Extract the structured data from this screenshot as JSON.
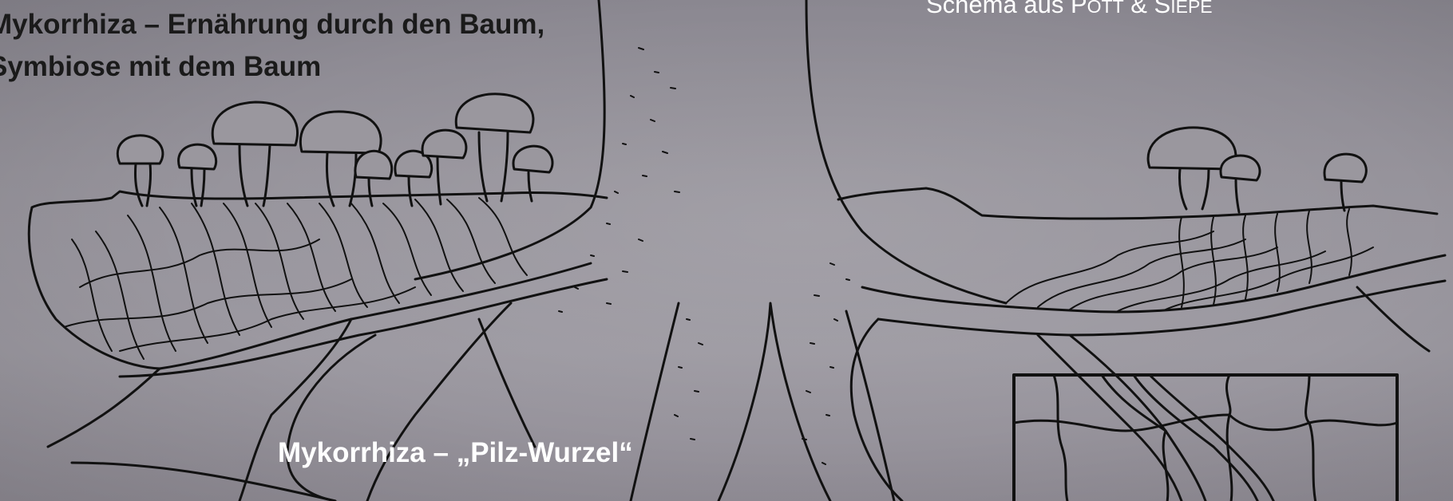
{
  "slide": {
    "title_line1": "Mykorrhiza – Ernährung durch den Baum,",
    "title_line2": "Symbiose mit dem Baum",
    "credit_prefix": "Schema aus ",
    "credit_author1_initial": "P",
    "credit_author1_rest": "ott",
    "credit_connector": " & ",
    "credit_author2_initial": "S",
    "credit_author2_rest": "iepe",
    "caption": "Mykorrhiza – „Pilz-Wurzel“"
  },
  "colors": {
    "background": "#96939b",
    "ink": "#111111",
    "title_text": "#1a1a1a",
    "overlay_text": "#ffffff"
  }
}
